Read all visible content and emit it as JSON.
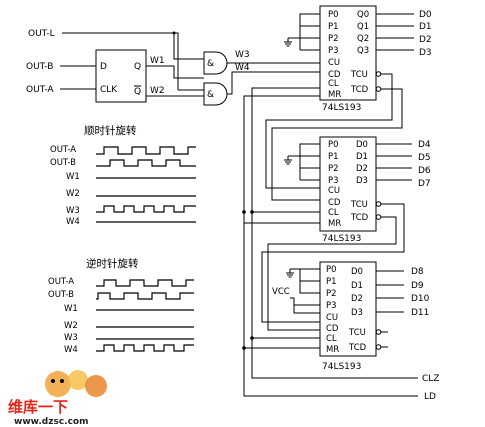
{
  "inputs": {
    "out_l": "OUT-L",
    "out_b": "OUT-B",
    "out_a": "OUT-A"
  },
  "flipflop": {
    "d": "D",
    "clk": "CLK",
    "q": "Q",
    "qbar": "Q",
    "w1": "W1",
    "w2": "W2"
  },
  "gates": {
    "w3": "W3",
    "w4": "W4",
    "amp1": "&",
    "amp2": "&"
  },
  "counter1": {
    "part": "74LS193",
    "left_pins": [
      "P0",
      "P1",
      "P2",
      "P3",
      "CU",
      "CD",
      "CL",
      "MR"
    ],
    "right_pins": [
      "Q0",
      "Q1",
      "Q2",
      "Q3",
      "TCU",
      "TCD"
    ],
    "outputs": [
      "D0",
      "D1",
      "D2",
      "D3"
    ]
  },
  "counter2": {
    "part": "74LS193",
    "left_pins": [
      "P0",
      "P1",
      "P2",
      "P3",
      "CU",
      "CD",
      "CL",
      "MR"
    ],
    "right_pins": [
      "D0",
      "D1",
      "D2",
      "D3",
      "TCU",
      "TCD"
    ],
    "outputs": [
      "D4",
      "D5",
      "D6",
      "D7"
    ]
  },
  "counter3": {
    "part": "74LS193",
    "left_pins": [
      "P0",
      "P1",
      "P2",
      "P3",
      "CU",
      "CD",
      "CL",
      "MR"
    ],
    "right_pins": [
      "D0",
      "D1",
      "D2",
      "D3",
      "TCU",
      "TCD"
    ],
    "outputs": [
      "D8",
      "D9",
      "D10",
      "D11"
    ],
    "vcc": "VCC"
  },
  "bottom": {
    "clz": "CLZ",
    "ld": "LD"
  },
  "timing_cw": {
    "title": "顺时针旋转",
    "labels": [
      "OUT-A",
      "OUT-B",
      "W1",
      "W2",
      "W3",
      "W4"
    ]
  },
  "timing_ccw": {
    "title": "逆时针旋转",
    "labels": [
      "OUT-A",
      "OUT-B",
      "W1",
      "W2",
      "W3",
      "W4"
    ]
  },
  "watermark": {
    "brand": "维库一下",
    "url": "www.dzsc.com"
  }
}
